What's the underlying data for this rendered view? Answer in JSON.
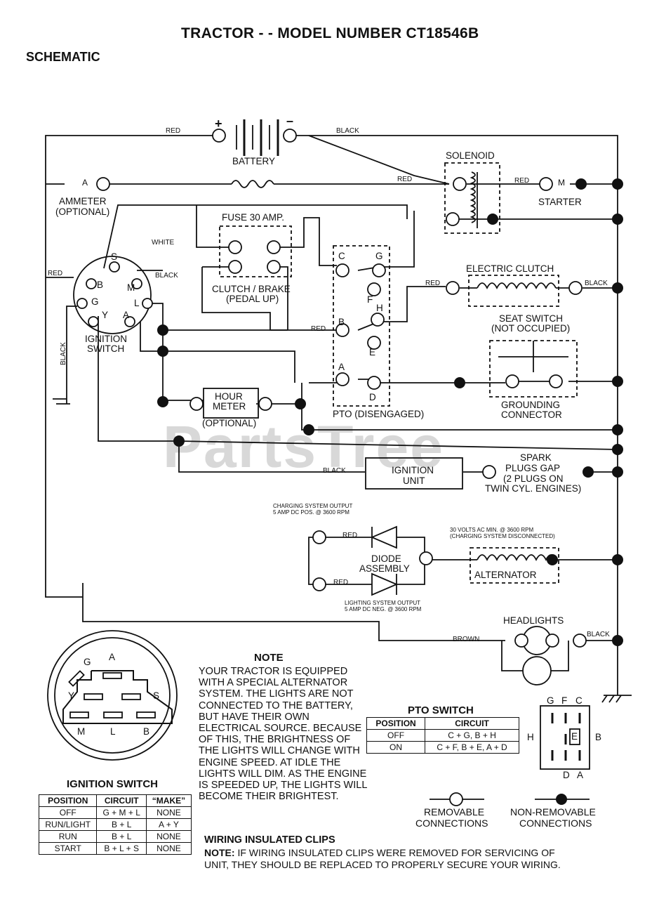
{
  "header": {
    "title": "TRACTOR - - MODEL NUMBER CT18546B",
    "section": "SCHEMATIC"
  },
  "watermark": "PartsTree",
  "components": {
    "battery": "BATTERY",
    "battery_plus": "+",
    "battery_minus": "–",
    "solenoid": "SOLENOID",
    "starter": "STARTER",
    "starter_m": "M",
    "ammeter_a": "A",
    "ammeter_1": "AMMETER",
    "ammeter_2": "(OPTIONAL)",
    "fuse": "FUSE 30 AMP.",
    "clutch_brake_1": "CLUTCH / BRAKE",
    "clutch_brake_2": "(PEDAL UP)",
    "electric_clutch": "ELECTRIC CLUTCH",
    "seat_switch_1": "SEAT SWITCH",
    "seat_switch_2": "(NOT OCCUPIED)",
    "grounding_1": "GROUNDING",
    "grounding_2": "CONNECTOR",
    "ignition_switch_1": "IGNITION",
    "ignition_switch_2": "SWITCH",
    "hour_meter_1": "HOUR",
    "hour_meter_2": "METER",
    "hour_meter_3": "(OPTIONAL)",
    "pto": "PTO (DISENGAGED)",
    "ignition_unit_1": "IGNITION",
    "ignition_unit_2": "UNIT",
    "spark_1": "SPARK",
    "spark_2": "PLUGS GAP",
    "spark_3": "(2 PLUGS ON",
    "spark_4": "TWIN CYL. ENGINES)",
    "charging_out_1": "CHARGING SYSTEM OUTPUT",
    "charging_out_2": "5 AMP DC POS. @ 3600 RPM",
    "volts_1": "30 VOLTS AC MIN. @ 3600 RPM",
    "volts_2": "(CHARGING SYSTEM DISCONNECTED)",
    "diode_1": "DIODE",
    "diode_2": "ASSEMBLY",
    "alternator": "ALTERNATOR",
    "lighting_out_1": "LIGHTING SYSTEM OUTPUT",
    "lighting_out_2": "5 AMP DC NEG. @ 3600 RPM",
    "headlights": "HEADLIGHTS"
  },
  "pins": {
    "s": "S",
    "b": "B",
    "m": "M",
    "g": "G",
    "l": "L",
    "y": "Y",
    "a": "A",
    "pto_c": "C",
    "pto_g": "G",
    "pto_f": "F",
    "pto_h": "H",
    "pto_b": "B",
    "pto_e": "E",
    "pto_a": "A",
    "pto_d": "D"
  },
  "wires": {
    "red": "RED",
    "black": "BLACK",
    "white": "WHITE",
    "brown": "BROWN"
  },
  "ignition_diagram": {
    "title": "IGNITION SWITCH",
    "g": "G",
    "a": "A",
    "y": "Y",
    "s": "S",
    "m": "M",
    "l": "L",
    "b": "B"
  },
  "ignition_table": {
    "headers": [
      "POSITION",
      "CIRCUIT",
      "“MAKE”"
    ],
    "rows": [
      [
        "OFF",
        "G + M + L",
        "NONE"
      ],
      [
        "RUN/LIGHT",
        "B + L",
        "A + Y"
      ],
      [
        "RUN",
        "B + L",
        "NONE"
      ],
      [
        "START",
        "B + L + S",
        "NONE"
      ]
    ]
  },
  "note": {
    "title": "NOTE",
    "body": "YOUR TRACTOR IS EQUIPPED WITH A SPECIAL ALTERNATOR SYSTEM. THE LIGHTS ARE NOT CONNECTED TO THE BATTERY, BUT HAVE THEIR OWN ELECTRICAL SOURCE. BECAUSE OF THIS, THE BRIGHTNESS OF THE LIGHTS WILL CHANGE WITH ENGINE SPEED. AT IDLE THE LIGHTS WILL DIM. AS THE ENGINE IS SPEEDED UP, THE LIGHTS WILL BECOME THEIR BRIGHTEST."
  },
  "pto_table": {
    "title": "PTO SWITCH",
    "headers": [
      "POSITION",
      "CIRCUIT"
    ],
    "rows": [
      [
        "OFF",
        "C + G, B + H"
      ],
      [
        "ON",
        "C + F, B + E, A + D"
      ]
    ]
  },
  "pto_diagram": {
    "g": "G",
    "f": "F",
    "c": "C",
    "h": "H",
    "e": "E",
    "b": "B",
    "d": "D",
    "a": "A"
  },
  "legend": {
    "removable_1": "REMOVABLE",
    "removable_2": "CONNECTIONS",
    "nonremovable_1": "NON-REMOVABLE",
    "nonremovable_2": "CONNECTIONS"
  },
  "clips": {
    "title": "WIRING INSULATED CLIPS",
    "note_label": "NOTE:",
    "note_1": " IF WIRING INSULATED CLIPS WERE REMOVED FOR SERVICING OF",
    "note_2": "UNIT, THEY SHOULD BE REPLACED TO PROPERLY SECURE YOUR WIRING."
  }
}
